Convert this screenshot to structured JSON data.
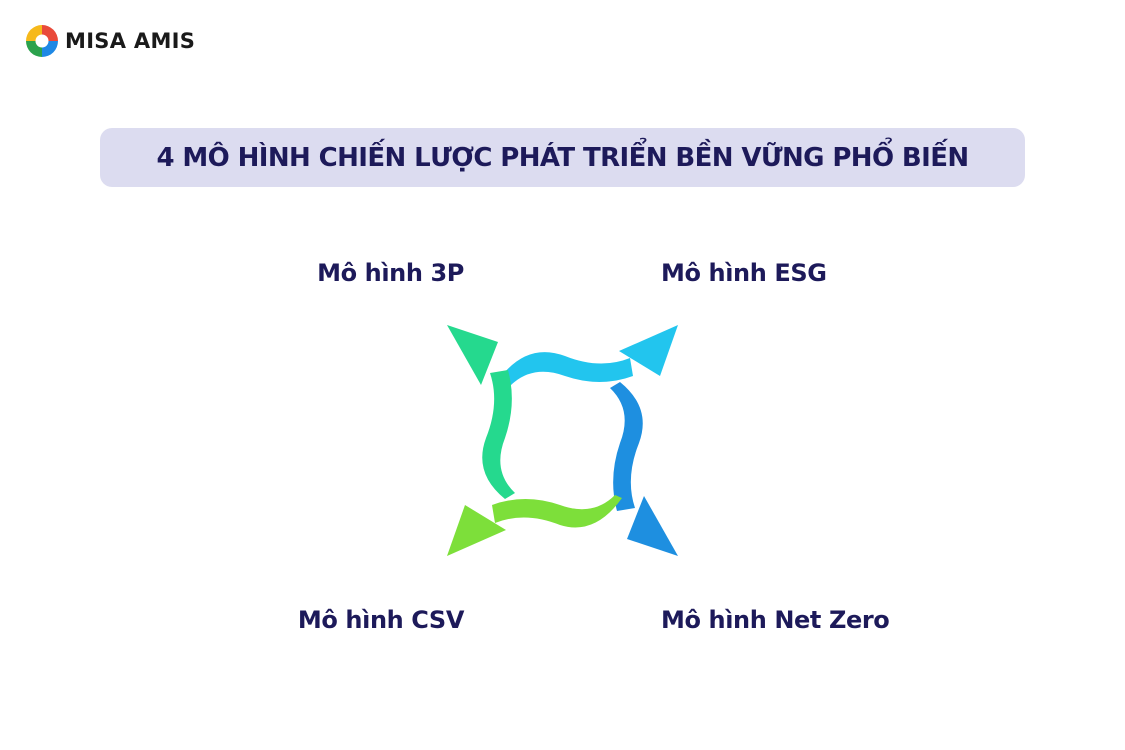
{
  "brand": {
    "logo_text": "MISA AMIS",
    "logo_icon": "misa-amis-ring-logo",
    "colors": [
      "#e94a3a",
      "#f6b91b",
      "#2ba24c",
      "#1e88e5"
    ]
  },
  "title": "4 MÔ HÌNH CHIẾN LƯỢC PHÁT TRIỂN BỀN VỮNG PHỔ BIẾN",
  "models": {
    "top_left": {
      "label": "Mô hình 3P",
      "arrow_color": "#25d98e"
    },
    "top_right": {
      "label": "Mô hình ESG",
      "arrow_color": "#22c5ee"
    },
    "bottom_left": {
      "label": "Mô hình CSV",
      "arrow_color": "#7ddf3a"
    },
    "bottom_right": {
      "label": "Mô hình Net Zero",
      "arrow_color": "#1e8fe0"
    }
  },
  "colors": {
    "title_background": "#dcdcf0",
    "title_text": "#1d1a5a",
    "label_text": "#1d1a5a"
  }
}
